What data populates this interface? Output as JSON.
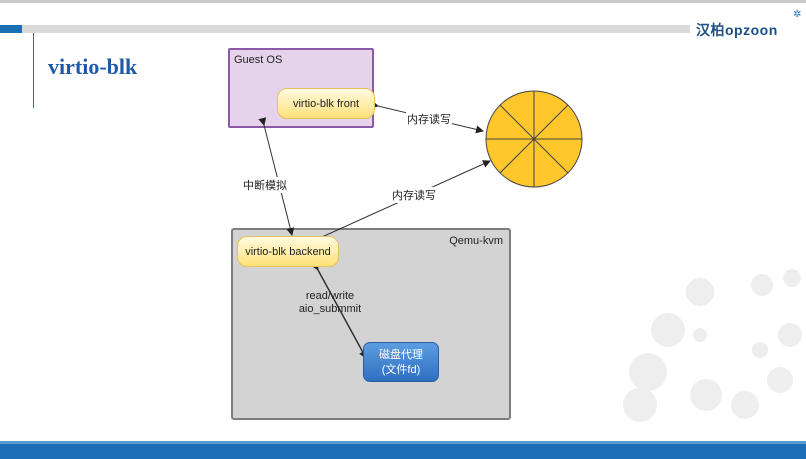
{
  "brand": {
    "text": "汉柏opzoon"
  },
  "title": "virtio-blk",
  "diagram": {
    "guest_os": "Guest OS",
    "front": "virtio-blk front",
    "qemu": "Qemu-kvm",
    "backend": "virtio-blk backend",
    "proxy_line1": "磁盘代理",
    "proxy_line2": "(文件fd)",
    "mem_rw_1": "内存读写",
    "mem_rw_2": "内存读写",
    "interrupt": "中断模拟",
    "rw_line1": "read/write",
    "rw_line2": "aio_submmit"
  },
  "colors": {
    "accent": "#1c6fb5",
    "guest_fill": "#e5d3ec",
    "guest_border": "#8a5aa8",
    "qemu_fill": "#d3d3d3",
    "pill_fill": "#ffe17a",
    "proxy_fill": "#3d7fd0",
    "disk_fill": "#ffc72c"
  }
}
